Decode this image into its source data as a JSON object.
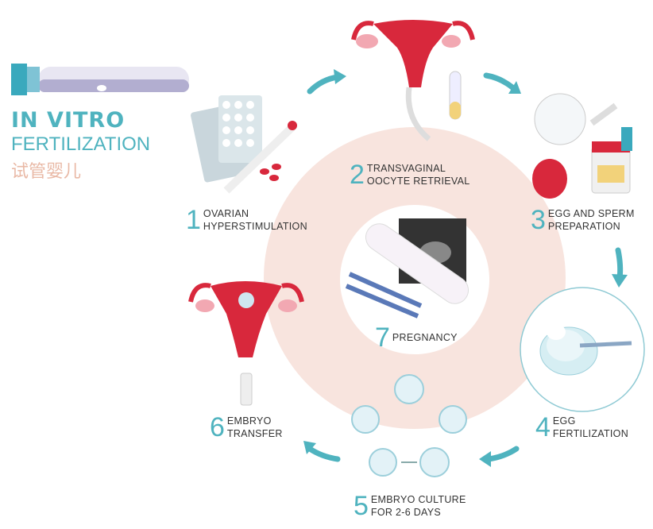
{
  "title": {
    "line1": "IN VITRO",
    "line2": "FERTILIZATION",
    "line3": "试管婴儿"
  },
  "steps": [
    {
      "num": "1",
      "line1": "OVARIAN",
      "line2": "HYPERSTIMULATION"
    },
    {
      "num": "2",
      "line1": "TRANSVAGINAL",
      "line2": "OOCYTE RETRIEVAL"
    },
    {
      "num": "3",
      "line1": "EGG AND SPERM",
      "line2": "PREPARATION"
    },
    {
      "num": "4",
      "line1": "EGG",
      "line2": "FERTILIZATION"
    },
    {
      "num": "5",
      "line1": "EMBRYO CULTURE",
      "line2": "FOR 2-6 DAYS"
    },
    {
      "num": "6",
      "line1": "EMBRYO",
      "line2": "TRANSFER"
    },
    {
      "num": "7",
      "line1": "PREGNANCY"
    }
  ],
  "colors": {
    "accent": "#4fb3bf",
    "ring": "#f8e4de",
    "organ": "#d8283c",
    "text": "#333333"
  }
}
